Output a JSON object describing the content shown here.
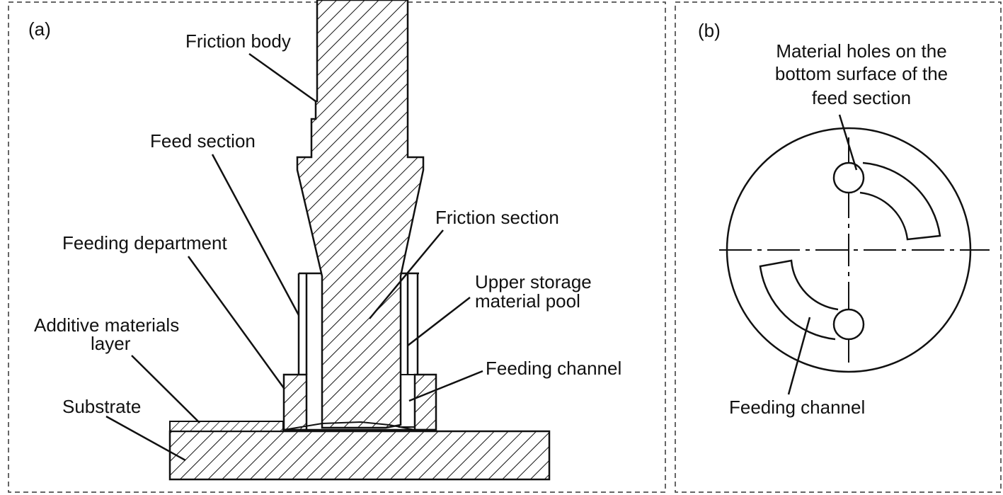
{
  "panel_a": {
    "tag": "(a)",
    "labels": {
      "friction_body": "Friction body",
      "feed_section": "Feed section",
      "friction_section": "Friction section",
      "feeding_department": "Feeding department",
      "upper_storage_line1": "Upper storage",
      "upper_storage_line2": "material pool",
      "additive_line1": "Additive materials",
      "additive_line2": "layer",
      "feeding_channel": "Feeding channel",
      "substrate": "Substrate"
    }
  },
  "panel_b": {
    "tag": "(b)",
    "labels": {
      "holes_line1": "Material holes on the",
      "holes_line2": "bottom surface of the",
      "holes_line3": "feed section",
      "feeding_channel": "Feeding channel"
    }
  },
  "colors": {
    "ink": "#111111",
    "background": "#ffffff",
    "frame": "#333333"
  }
}
